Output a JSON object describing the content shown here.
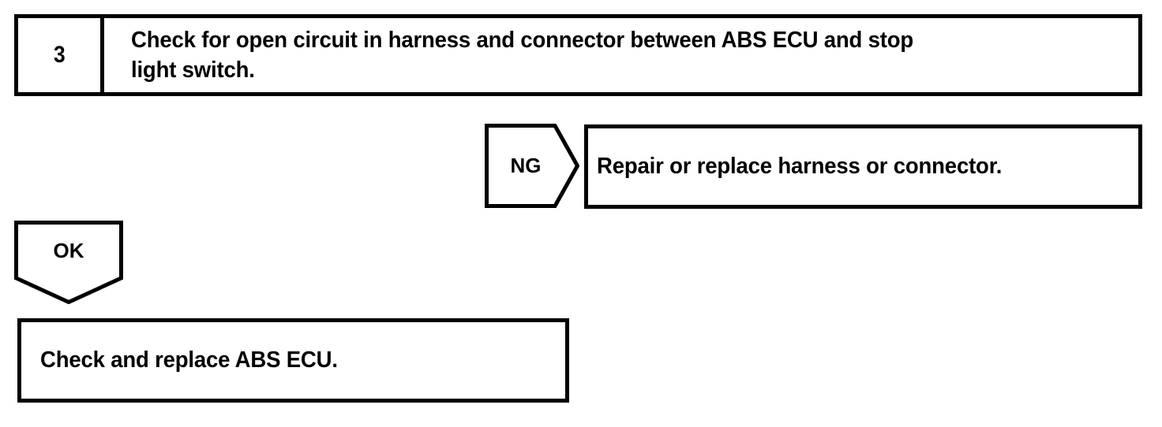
{
  "diagram": {
    "type": "troubleshooting-flowchart",
    "colors": {
      "background": "#ffffff",
      "stroke": "#000000",
      "text": "#000000"
    },
    "step": {
      "number": "3",
      "instruction": "Check for open circuit in harness and connector between ABS ECU and stop\nlight switch."
    },
    "branches": {
      "ng": {
        "label": "NG",
        "result": "Repair or replace harness or connector."
      },
      "ok": {
        "label": "OK",
        "result": "Check and replace ABS ECU."
      }
    }
  }
}
